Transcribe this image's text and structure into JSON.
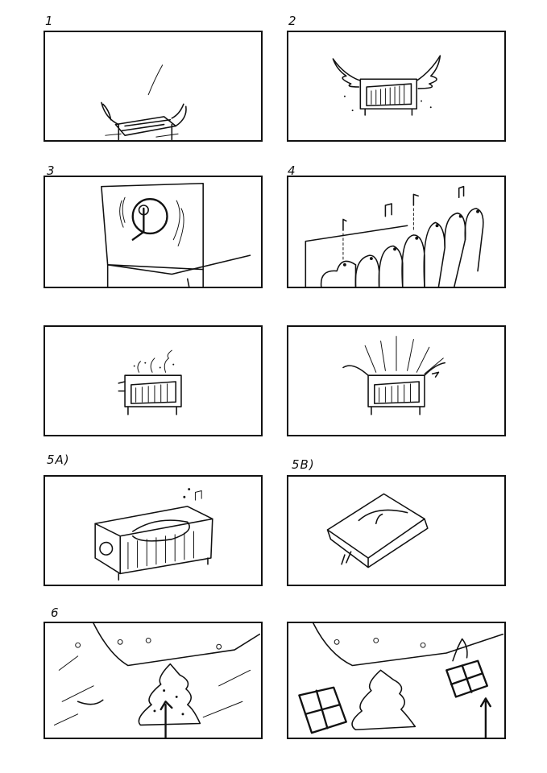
{
  "storyboard": {
    "panels": [
      {
        "id": "p1",
        "number": "1"
      },
      {
        "id": "p2",
        "number": "2"
      },
      {
        "id": "p3",
        "number": "3"
      },
      {
        "id": "p4",
        "number": "4"
      },
      {
        "id": "p5",
        "number": ""
      },
      {
        "id": "p6",
        "number": ""
      },
      {
        "id": "p7",
        "number": "5A)"
      },
      {
        "id": "p8",
        "number": "5B)"
      },
      {
        "id": "p9",
        "number": "6"
      },
      {
        "id": "p10",
        "number": ""
      }
    ]
  }
}
